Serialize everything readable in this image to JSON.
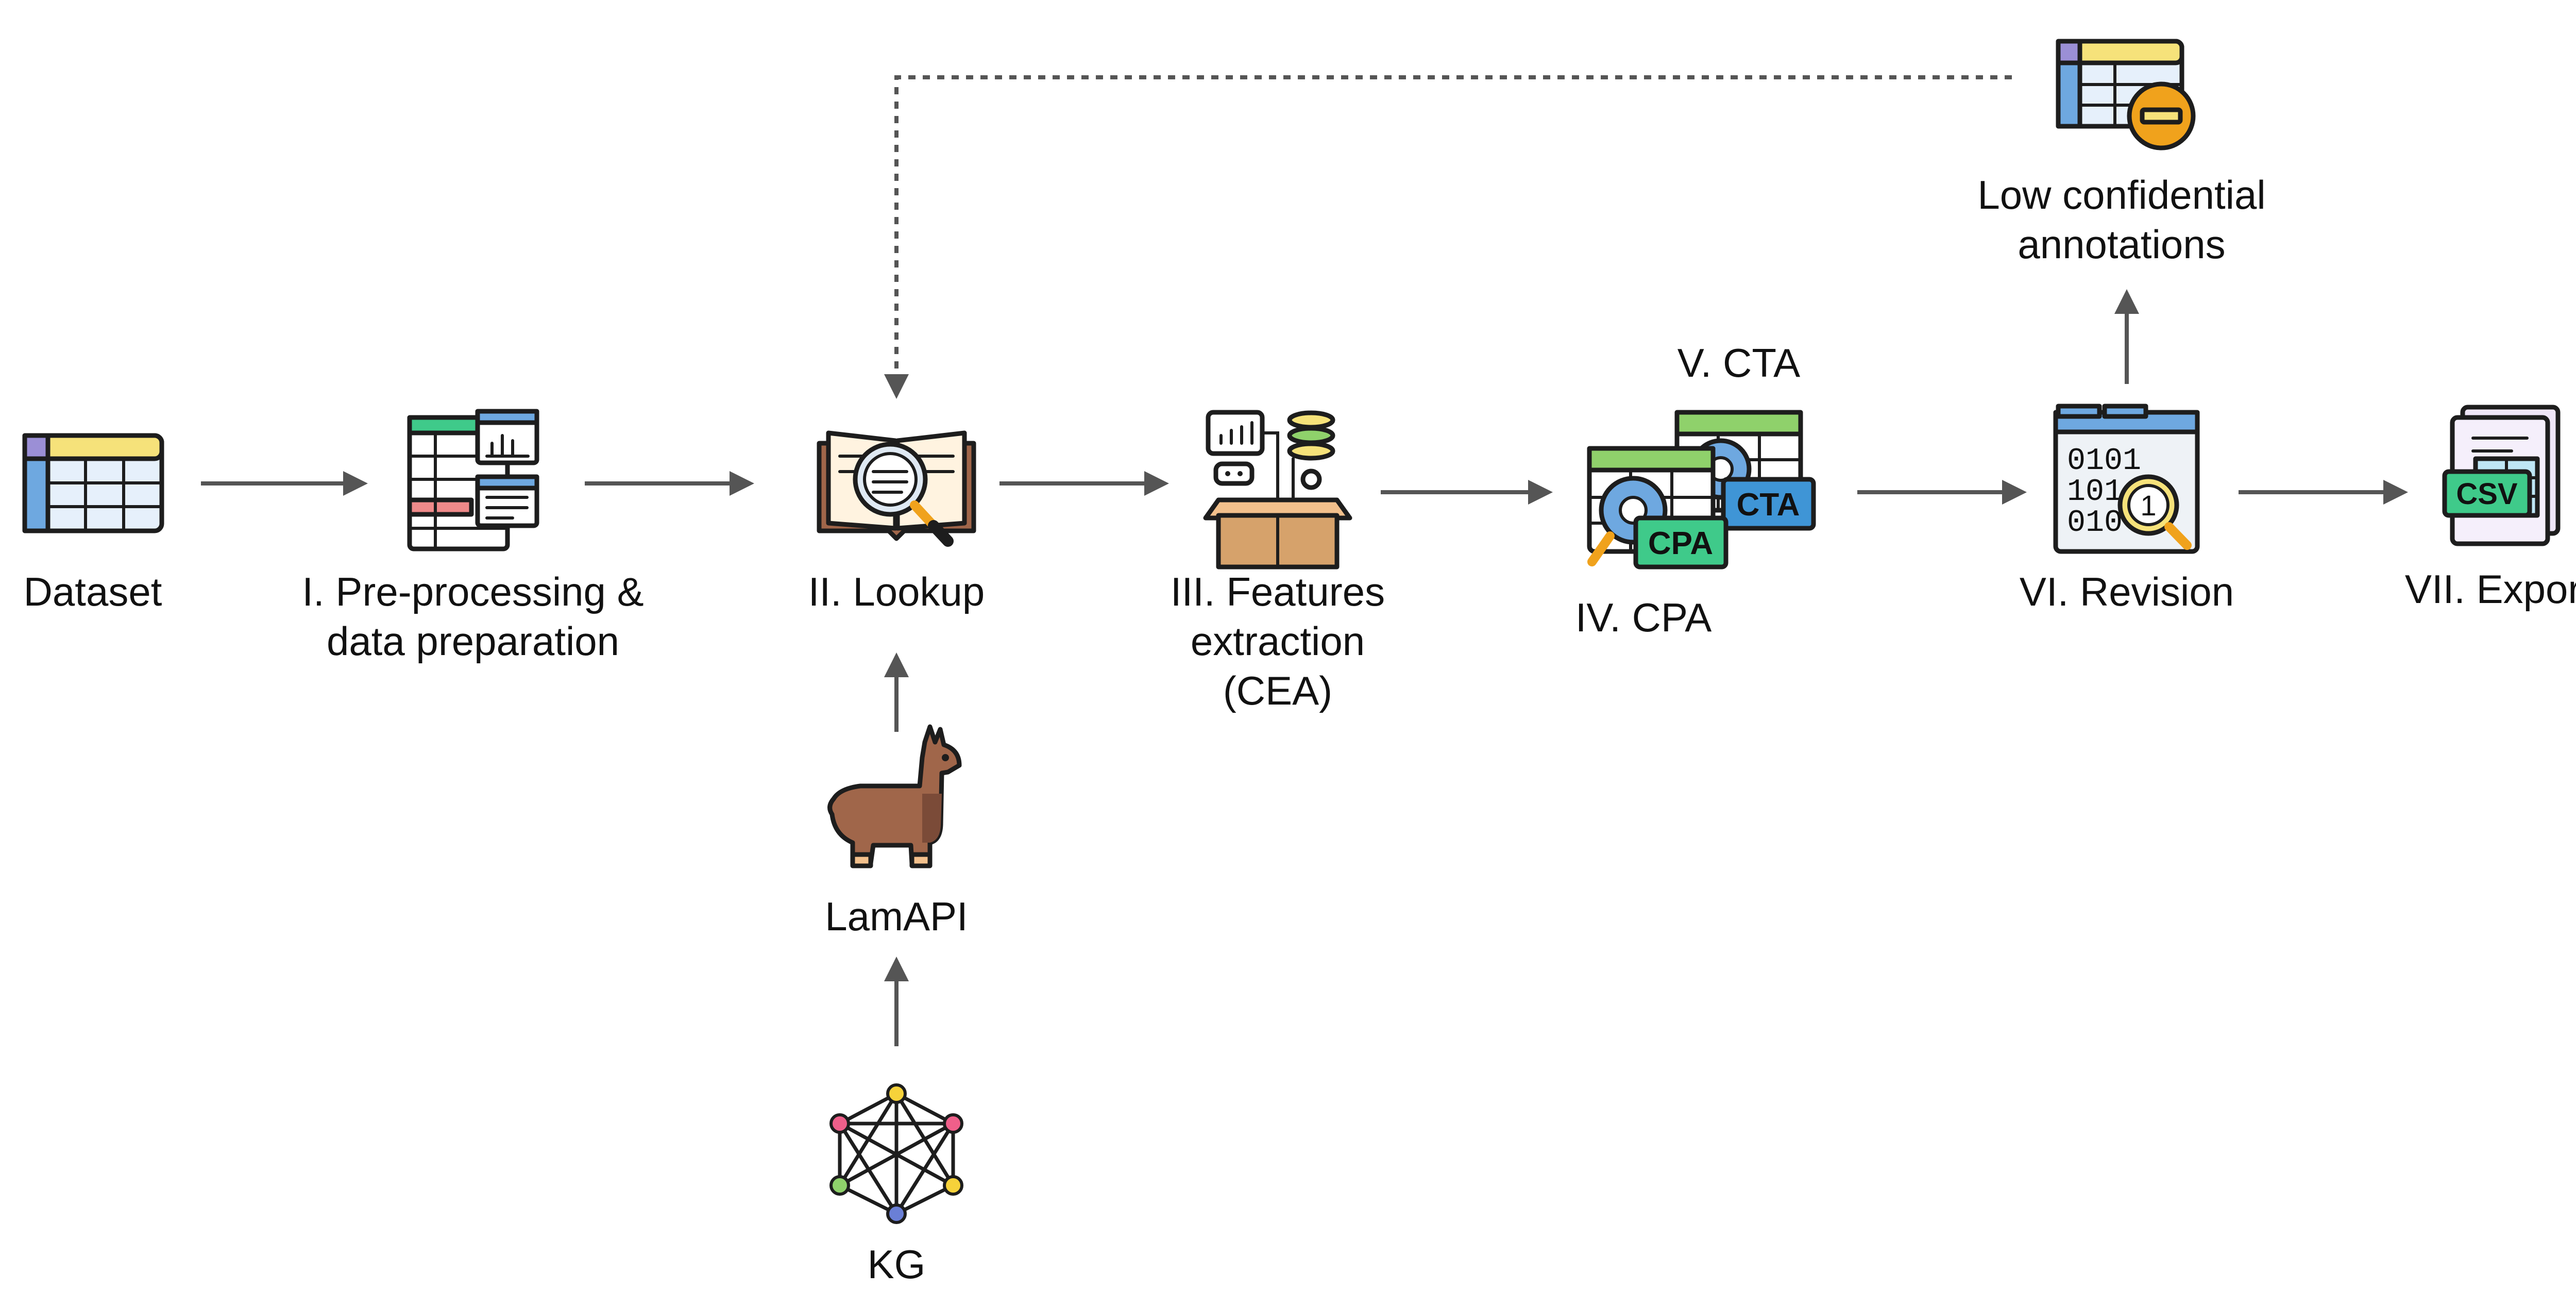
{
  "colors": {
    "arrow": "#555555",
    "table_header_blue": "#6ea8e0",
    "table_header_yellow": "#f6e27a",
    "table_header_green": "#8fd16b",
    "table_cell": "#e6f0fb",
    "badge_green": "#3fca8a",
    "badge_blue": "#3f95d6",
    "llama_brown": "#a0664a",
    "box_brown": "#d6a26b",
    "minus_orange": "#f0a21c"
  },
  "nodes": {
    "dataset": {
      "label": "Dataset",
      "icon": "table-icon"
    },
    "preprocessing": {
      "line1": "I. Pre-processing &",
      "line2": "data preparation",
      "icon": "spreadsheet-chart-icon"
    },
    "lookup": {
      "label": "II. Lookup",
      "icon": "book-magnifier-icon"
    },
    "features": {
      "line1": "III. Features",
      "line2": "extraction",
      "line3": "(CEA)",
      "icon": "box-data-icon"
    },
    "cta": {
      "label": "V. CTA",
      "badge": "CTA",
      "icon": "cta-table-icon"
    },
    "cpa": {
      "label": "IV. CPA",
      "badge": "CPA",
      "icon": "cpa-table-icon"
    },
    "revision": {
      "label": "VI. Revision",
      "binary1": "0101",
      "binary2": "101",
      "binary3": "010",
      "digit": "1",
      "icon": "binary-window-icon"
    },
    "export": {
      "label": "VII. Export",
      "badge": "CSV",
      "icon": "csv-file-icon"
    },
    "low_conf": {
      "line1": "Low confidential",
      "line2": "annotations",
      "icon": "table-minus-icon"
    },
    "lamapi": {
      "label": "LamAPI",
      "icon": "llama-icon"
    },
    "kg": {
      "label": "KG",
      "icon": "graph-network-icon"
    }
  }
}
